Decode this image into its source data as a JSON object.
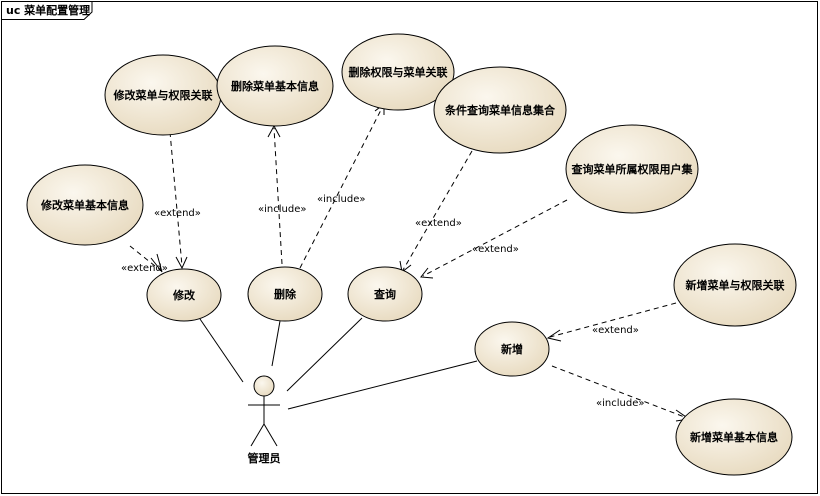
{
  "diagram": {
    "frame_title": "uc 菜单配置管理",
    "actor": {
      "label": "管理员"
    },
    "use_cases": [
      {
        "id": "uc-modify-menu-perm",
        "label": "修改菜单与权限关联"
      },
      {
        "id": "uc-delete-menu-info",
        "label": "删除菜单基本信息"
      },
      {
        "id": "uc-delete-perm-menu",
        "label": "删除权限与菜单关联"
      },
      {
        "id": "uc-query-menu-set",
        "label": "条件查询菜单信息集合"
      },
      {
        "id": "uc-query-menu-users",
        "label": "查询菜单所属权限用户集"
      },
      {
        "id": "uc-modify-menu-info",
        "label": "修改菜单基本信息"
      },
      {
        "id": "uc-modify",
        "label": "修改"
      },
      {
        "id": "uc-delete",
        "label": "删除"
      },
      {
        "id": "uc-query",
        "label": "查询"
      },
      {
        "id": "uc-add-menu-perm",
        "label": "新增菜单与权限关联"
      },
      {
        "id": "uc-add",
        "label": "新增"
      },
      {
        "id": "uc-add-menu-info",
        "label": "新增菜单基本信息"
      }
    ],
    "relationships": [
      {
        "label": "«extend»"
      },
      {
        "label": "«extend»"
      },
      {
        "label": "«include»"
      },
      {
        "label": "«include»"
      },
      {
        "label": "«extend»"
      },
      {
        "label": "«extend»"
      },
      {
        "label": "«extend»"
      },
      {
        "label": "«include»"
      }
    ],
    "colors": {
      "use_case_fill_light": "#fbf7ee",
      "use_case_fill_dark": "#e6d8bc",
      "stroke": "#000000",
      "frame_tab": "#ffffff"
    }
  }
}
